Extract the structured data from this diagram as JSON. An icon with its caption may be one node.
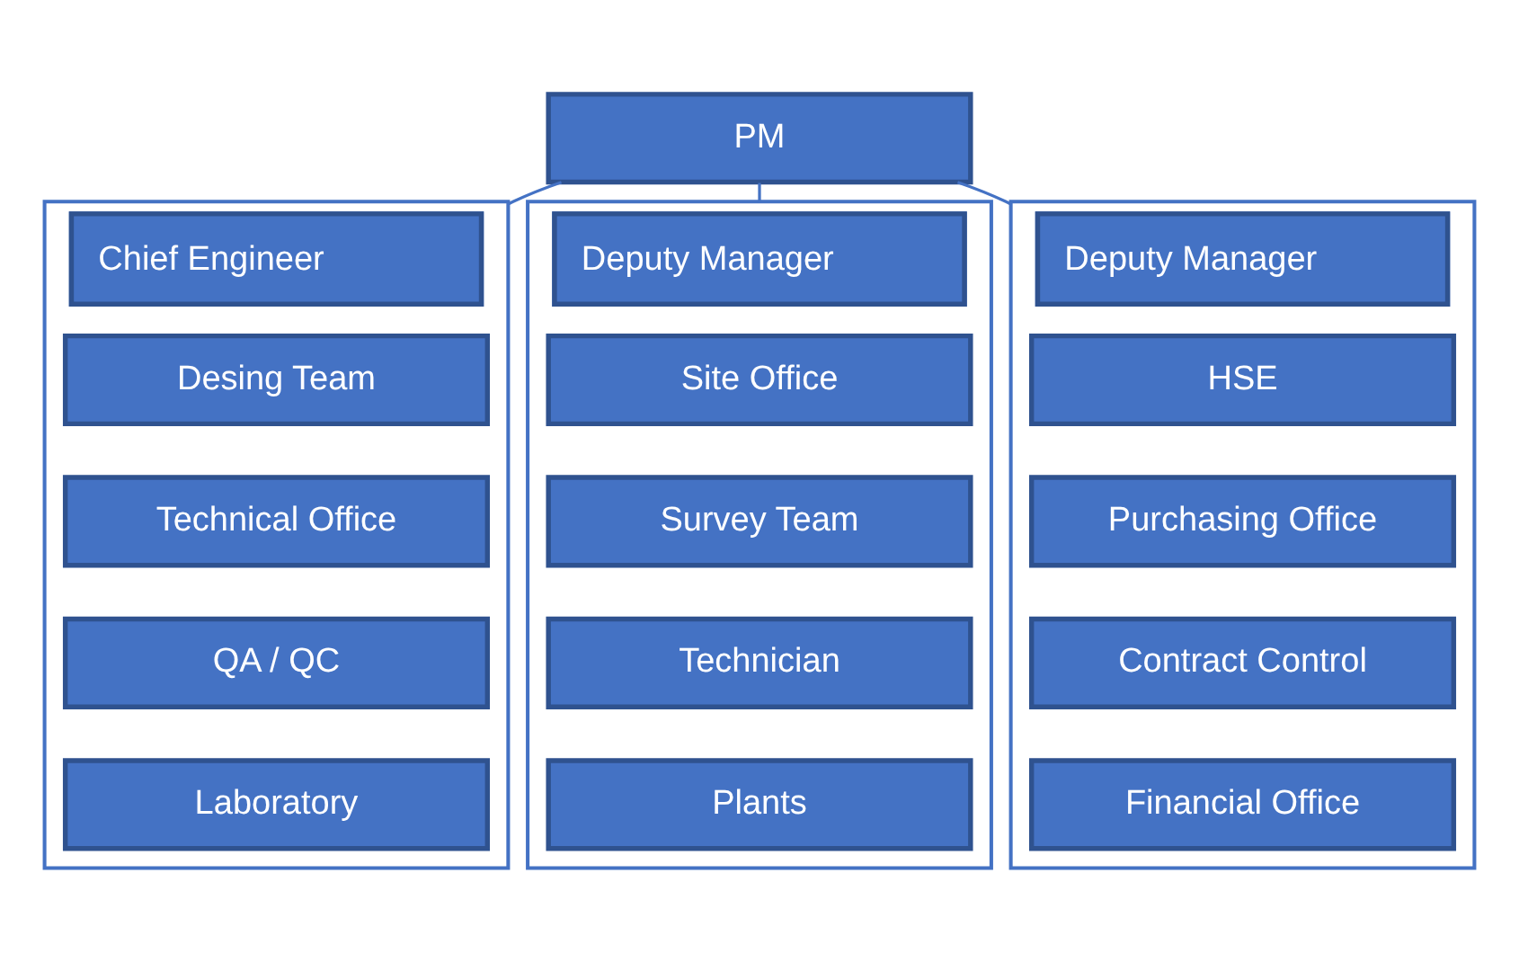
{
  "diagram": {
    "nodes": [
      {
        "text": [
          "PM"
        ]
      },
      {
        "text": [
          "Chief Engineer"
        ]
      },
      {
        "text": [
          "Desing Team"
        ],
        "in": 1
      },
      {
        "text": [
          "Technical Office"
        ],
        "in": 1
      },
      {
        "text": [
          "QA / QC"
        ],
        "in": 1
      },
      {
        "text": [
          "Laboratory"
        ],
        "in": 1
      },
      {
        "text": [
          "Deputy Manager"
        ]
      },
      {
        "text": [
          "Site Office"
        ],
        "in": 6
      },
      {
        "text": [
          "Survey Team"
        ],
        "in": 6
      },
      {
        "text": [
          "Technician"
        ],
        "in": 6
      },
      {
        "text": [
          "Plants"
        ],
        "in": 6
      },
      {
        "text": [
          "Deputy Manager"
        ]
      },
      {
        "text": [
          "HSE"
        ],
        "in": 11
      },
      {
        "text": [
          "Purchasing Office"
        ],
        "in": 11
      },
      {
        "text": [
          "Contract Control"
        ],
        "in": 11
      },
      {
        "text": [
          "Financial Office"
        ],
        "in": 11
      }
    ],
    "edges": [
      {
        "from": 0,
        "to": 1,
        "arrow": "none"
      },
      {
        "from": 0,
        "to": 6,
        "arrow": "none"
      },
      {
        "from": 0,
        "to": 11,
        "arrow": "none"
      }
    ]
  }
}
